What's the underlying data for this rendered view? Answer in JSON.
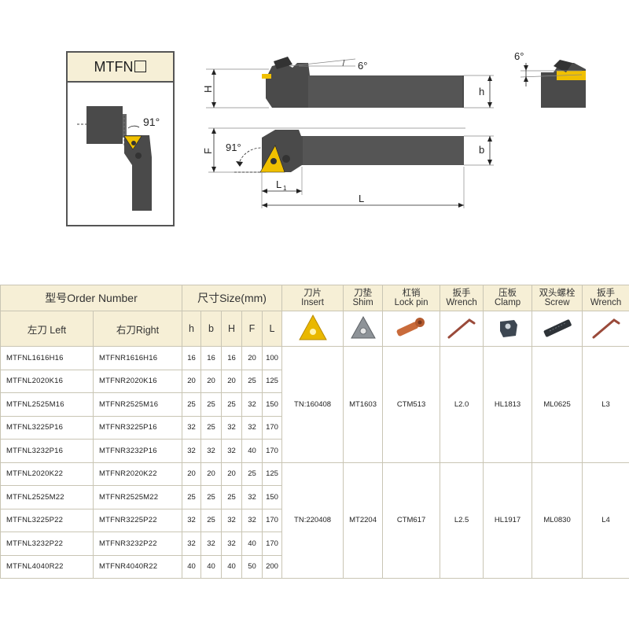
{
  "figure": {
    "box_title": "MTFN",
    "angles": {
      "top_clearance": "6°",
      "approach_small": "91°",
      "approach_main": "91°",
      "side_clearance": "6°"
    },
    "dims": {
      "H": "H",
      "h": "h",
      "F": "F",
      "b": "b",
      "L1": "L",
      "L1_sub": "1",
      "L": "L"
    },
    "colors": {
      "insert": "#f0c000",
      "body": "#555555",
      "body_dark": "#3a3a3a"
    }
  },
  "table": {
    "header": {
      "order_number": "型号Order Number",
      "size": "尺寸Size(mm)",
      "left": "左刀 Left",
      "right": "右刀Right",
      "size_cols": [
        "h",
        "b",
        "H",
        "F",
        "L"
      ],
      "accessories": [
        {
          "cn": "刀片",
          "en": "Insert",
          "icon": "triangle-insert-icon"
        },
        {
          "cn": "刀垫",
          "en": "Shim",
          "icon": "triangle-shim-icon"
        },
        {
          "cn": "杠销",
          "en": "Lock pin",
          "icon": "lock-pin-icon"
        },
        {
          "cn": "扳手",
          "en": "Wrench",
          "icon": "hex-wrench-icon"
        },
        {
          "cn": "压板",
          "en": "Clamp",
          "icon": "clamp-icon"
        },
        {
          "cn": "双头螺栓",
          "en": "Screw",
          "icon": "double-screw-icon"
        },
        {
          "cn": "扳手",
          "en": "Wrench",
          "icon": "hex-wrench-icon"
        }
      ]
    },
    "rows": [
      {
        "left": "MTFNL1616H16",
        "right": "MTFNR1616H16",
        "h": "16",
        "b": "16",
        "H": "16",
        "F": "20",
        "L": "100"
      },
      {
        "left": "MTFNL2020K16",
        "right": "MTFNR2020K16",
        "h": "20",
        "b": "20",
        "H": "20",
        "F": "25",
        "L": "125"
      },
      {
        "left": "MTFNL2525M16",
        "right": "MTFNR2525M16",
        "h": "25",
        "b": "25",
        "H": "25",
        "F": "32",
        "L": "150"
      },
      {
        "left": "MTFNL3225P16",
        "right": "MTFNR3225P16",
        "h": "32",
        "b": "25",
        "H": "32",
        "F": "32",
        "L": "170"
      },
      {
        "left": "MTFNL3232P16",
        "right": "MTFNR3232P16",
        "h": "32",
        "b": "32",
        "H": "32",
        "F": "40",
        "L": "170"
      },
      {
        "left": "MTFNL2020K22",
        "right": "MTFNR2020K22",
        "h": "20",
        "b": "20",
        "H": "20",
        "F": "25",
        "L": "125"
      },
      {
        "left": "MTFNL2525M22",
        "right": "MTFNR2525M22",
        "h": "25",
        "b": "25",
        "H": "25",
        "F": "32",
        "L": "150"
      },
      {
        "left": "MTFNL3225P22",
        "right": "MTFNR3225P22",
        "h": "32",
        "b": "25",
        "H": "32",
        "F": "32",
        "L": "170"
      },
      {
        "left": "MTFNL3232P22",
        "right": "MTFNR3232P22",
        "h": "32",
        "b": "32",
        "H": "32",
        "F": "40",
        "L": "170"
      },
      {
        "left": "MTFNL4040R22",
        "right": "MTFNR4040R22",
        "h": "40",
        "b": "40",
        "H": "40",
        "F": "50",
        "L": "200"
      }
    ],
    "groups": [
      {
        "insert": "TN:160408",
        "shim": "MT1603",
        "lock_pin": "CTM513",
        "wrench": "L2.0",
        "clamp": "HL1813",
        "screw": "ML0625",
        "wrench2": "L3"
      },
      {
        "insert": "TN:220408",
        "shim": "MT2204",
        "lock_pin": "CTM617",
        "wrench": "L2.5",
        "clamp": "HL1917",
        "screw": "ML0830",
        "wrench2": "L4"
      }
    ]
  }
}
